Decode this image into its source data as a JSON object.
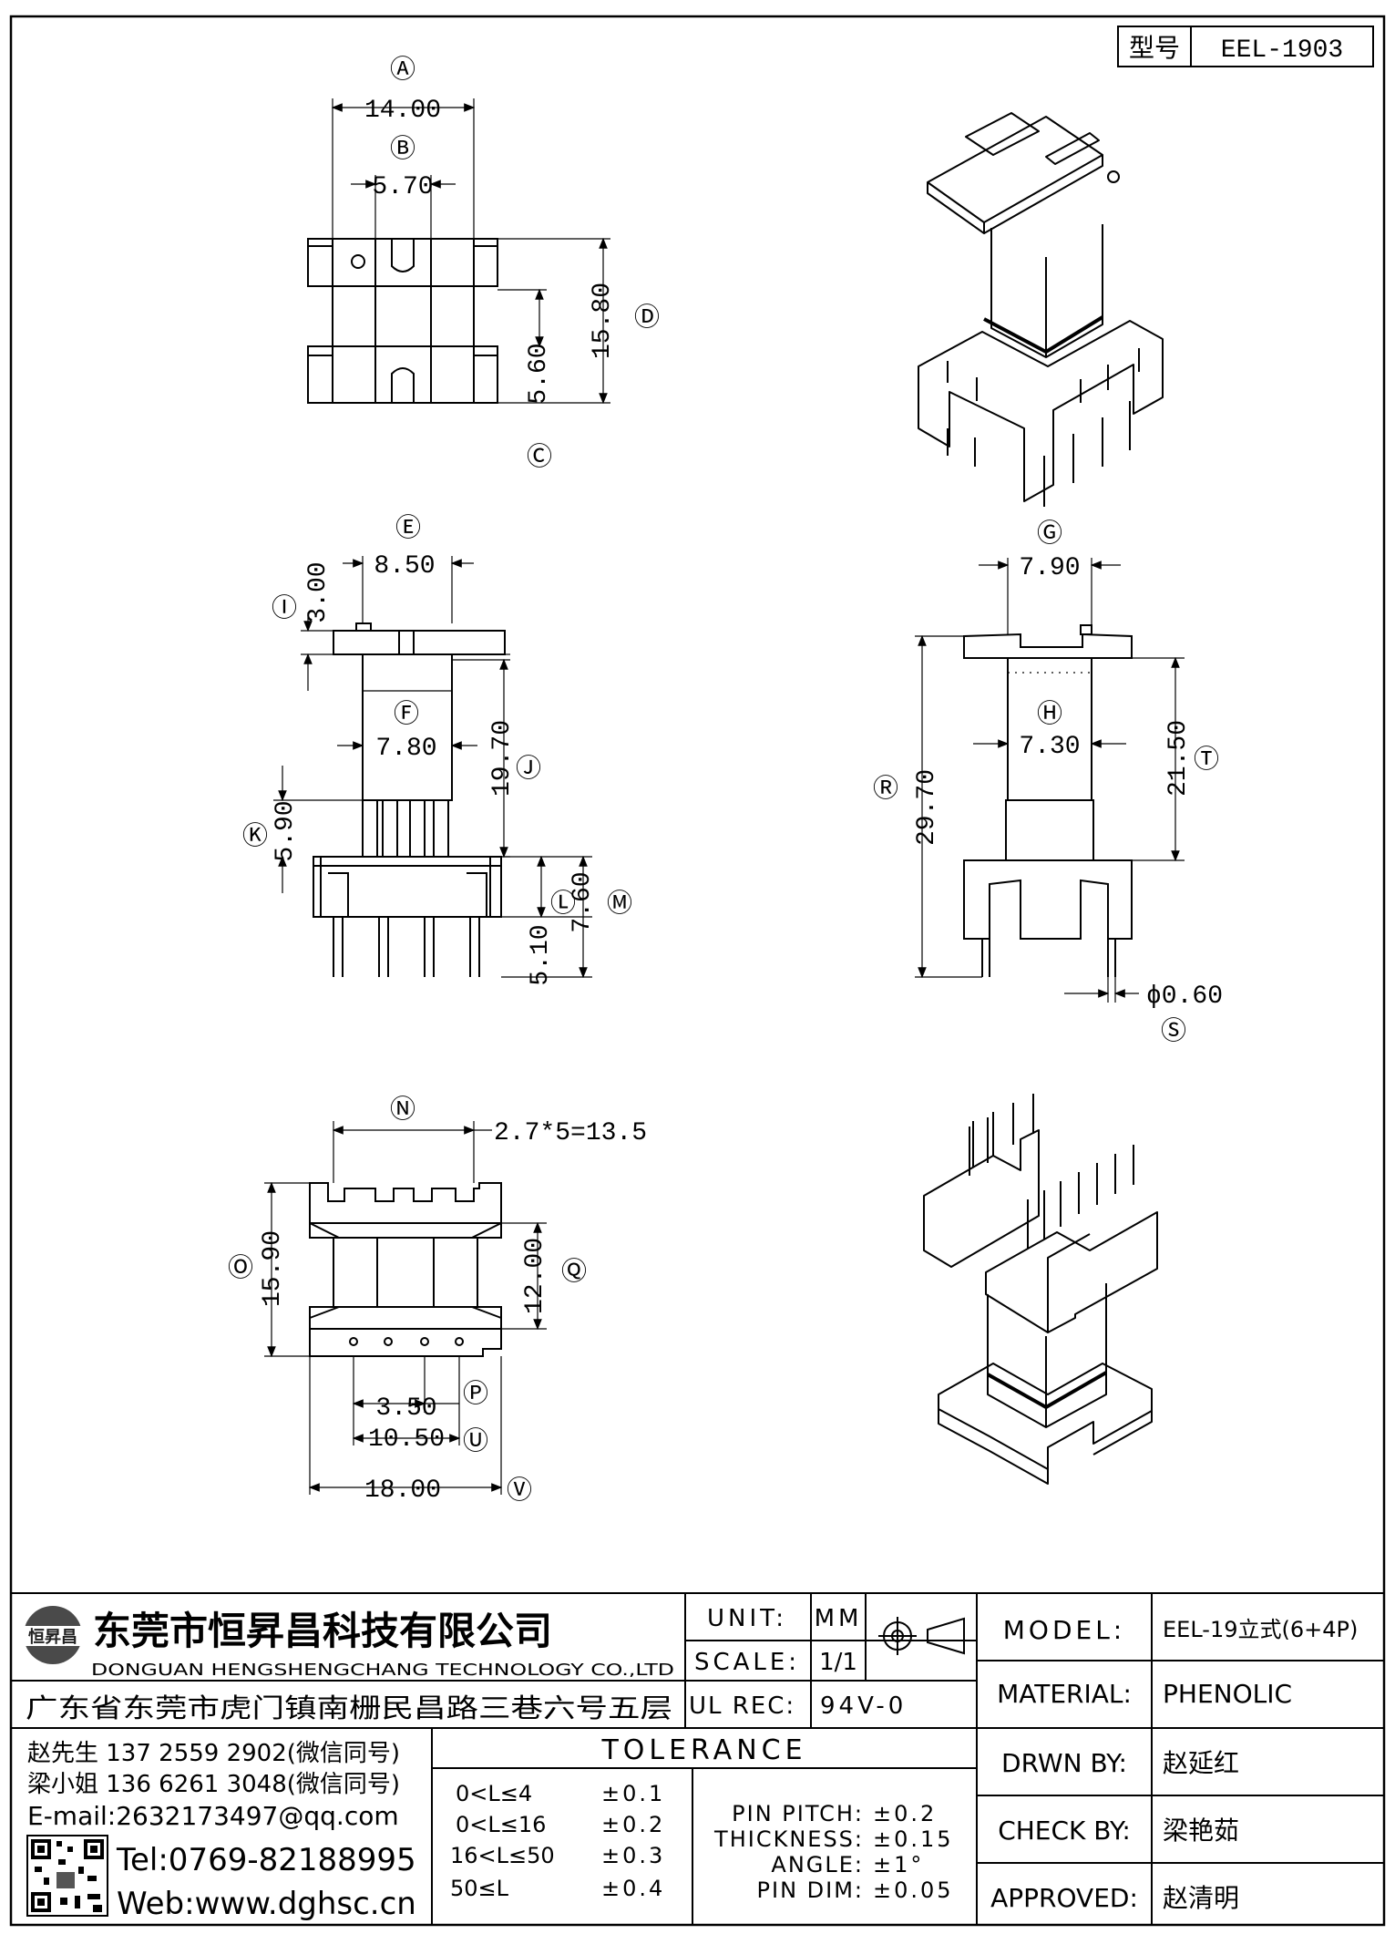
{
  "header": {
    "type_label": "型号",
    "type_value": "EEL-1903"
  },
  "views": {
    "top": {
      "dims": [
        "14.00",
        "5.70",
        "15.80",
        "5.60"
      ],
      "marks": [
        "Ⓐ",
        "Ⓑ",
        "Ⓓ",
        "Ⓒ"
      ]
    },
    "front": {
      "dims": [
        "8.50",
        "3.00",
        "7.80",
        "19.70",
        "5.90",
        "5.10",
        "7.60"
      ],
      "marks": [
        "Ⓔ",
        "Ⓘ",
        "Ⓕ",
        "Ⓙ",
        "Ⓚ",
        "Ⓛ",
        "Ⓜ"
      ]
    },
    "side": {
      "dims": [
        "7.90",
        "7.30",
        "29.70",
        "21.50",
        "ϕ0.60"
      ],
      "marks": [
        "Ⓖ",
        "Ⓗ",
        "Ⓡ",
        "Ⓣ",
        "Ⓢ"
      ]
    },
    "bottom": {
      "dims": [
        "2.7*5=13.5",
        "15.90",
        "12.00",
        "3.50",
        "10.50",
        "18.00"
      ],
      "marks": [
        "Ⓝ",
        "Ⓞ",
        "Ⓠ",
        "Ⓟ",
        "Ⓤ",
        "Ⓥ"
      ]
    }
  },
  "title_block": {
    "company_cn": "东莞市恒昇昌科技有限公司",
    "company_en": "DONGUAN HENGSHENGCHANG TECHNOLOGY CO.,LTD",
    "address": "广东省东莞市虎门镇南栅民昌路三巷六号五层",
    "logo_text": "恒昇昌",
    "contact1": "赵先生 137 2559 2902(微信同号)",
    "contact2": "梁小姐 136 6261 3048(微信同号)",
    "email": "E-mail:2632173497@qq.com",
    "tel": "Tel:0769-82188995",
    "web": "Web:www.dghsc.cn",
    "unit_label": "UNIT:",
    "unit_value": "MM",
    "scale_label": "SCALE:",
    "scale_value": "1/1",
    "ulrec_label": "UL REC:",
    "ulrec_value": "94V-0",
    "tolerance_title": "TOLERANCE",
    "tolerances": [
      {
        "range": "0<L≤4",
        "value": "±0.1"
      },
      {
        "range": "0<L≤16",
        "value": "±0.2"
      },
      {
        "range": "16<L≤50",
        "value": "±0.3"
      },
      {
        "range": "50≤L",
        "value": "±0.4"
      }
    ],
    "specs": [
      {
        "label": "PIN PITCH:",
        "value": "±0.2"
      },
      {
        "label": "THICKNESS:",
        "value": "±0.15"
      },
      {
        "label": "ANGLE:",
        "value": "±1°"
      },
      {
        "label": "PIN DIM:",
        "value": "±0.05"
      }
    ],
    "model_label": "MODEL:",
    "model_value": "EEL-19立式(6+4P)",
    "material_label": "MATERIAL:",
    "material_value": "PHENOLIC",
    "drawn_label": "DRWN BY:",
    "drawn_value": "赵延红",
    "check_label": "CHECK BY:",
    "check_value": "梁艳茹",
    "approved_label": "APPROVED:",
    "approved_value": "赵清明"
  }
}
